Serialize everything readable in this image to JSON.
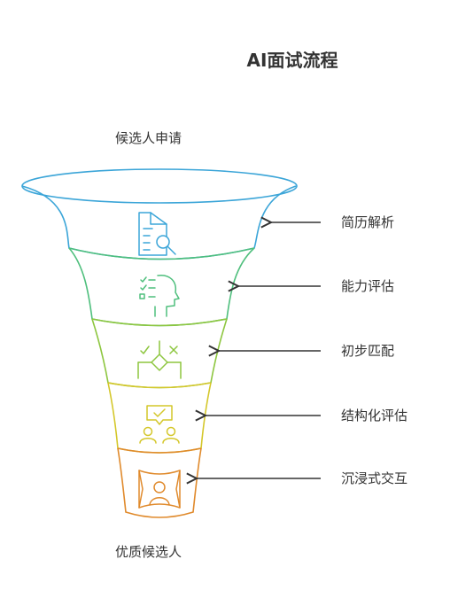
{
  "title": "AI面试流程",
  "top_label": "候选人申请",
  "bottom_label": "优质候选人",
  "stages": [
    {
      "label": "简历解析",
      "icon": "document-search-icon",
      "color": "#3ba5d8"
    },
    {
      "label": "能力评估",
      "icon": "mind-checklist-icon",
      "color": "#4fbf7d"
    },
    {
      "label": "初步匹配",
      "icon": "decision-match-icon",
      "color": "#8dc63f"
    },
    {
      "label": "结构化评估",
      "icon": "presentation-people-icon",
      "color": "#d4c72a"
    },
    {
      "label": "沉浸式交互",
      "icon": "user-frame-icon",
      "color": "#e08a2c"
    }
  ]
}
